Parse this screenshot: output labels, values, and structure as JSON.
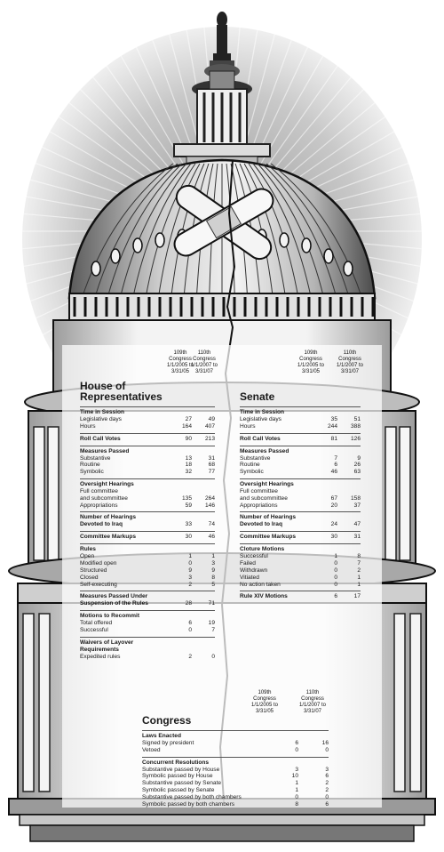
{
  "column_headers": {
    "col1": {
      "line1": "109th",
      "line2": "Congress",
      "line3": "1/1/2005 to",
      "line4": "3/31/05"
    },
    "col2": {
      "line1": "110th",
      "line2": "Congress",
      "line3": "1/1/2007 to",
      "line4": "3/31/07"
    }
  },
  "house": {
    "title_line1": "House of",
    "title_line2": "Representatives",
    "sections": [
      {
        "head": "Time in Session",
        "rows": [
          {
            "label": "Legislative days",
            "v1": "27",
            "v2": "49"
          },
          {
            "label": "Hours",
            "v1": "164",
            "v2": "407"
          }
        ]
      },
      {
        "head": "Roll Call Votes",
        "v1": "90",
        "v2": "213",
        "rows": []
      },
      {
        "head": "Measures Passed",
        "rows": [
          {
            "label": "Substantive",
            "v1": "13",
            "v2": "31"
          },
          {
            "label": "Routine",
            "v1": "18",
            "v2": "68"
          },
          {
            "label": "Symbolic",
            "v1": "32",
            "v2": "77"
          }
        ]
      },
      {
        "head": "Oversight Hearings",
        "rows": [
          {
            "label": "Full committee",
            "v1": "",
            "v2": ""
          },
          {
            "label": "and subcommittee",
            "v1": "135",
            "v2": "264"
          },
          {
            "label": "Appropriations",
            "v1": "59",
            "v2": "146"
          }
        ]
      },
      {
        "head": "Number of Hearings",
        "head2": "Devoted to Iraq",
        "v1": "33",
        "v2": "74",
        "rows": []
      },
      {
        "head": "Committee Markups",
        "v1": "30",
        "v2": "46",
        "rows": []
      },
      {
        "head": "Rules",
        "rows": [
          {
            "label": "Open",
            "v1": "1",
            "v2": "1"
          },
          {
            "label": "Modified open",
            "v1": "0",
            "v2": "3"
          },
          {
            "label": "Structured",
            "v1": "9",
            "v2": "9"
          },
          {
            "label": "Closed",
            "v1": "3",
            "v2": "8"
          },
          {
            "label": "Self-executing",
            "v1": "2",
            "v2": "5"
          }
        ]
      },
      {
        "head": "Measures Passed Under",
        "head2": "Suspension of the Rules",
        "v1": "28",
        "v2": "71",
        "rows": []
      },
      {
        "head": "Motions to Recommit",
        "rows": [
          {
            "label": "Total offered",
            "v1": "6",
            "v2": "19"
          },
          {
            "label": "Successful",
            "v1": "0",
            "v2": "7"
          }
        ]
      },
      {
        "head": "Waivers of Layover",
        "head2": "Requirements",
        "rows": [
          {
            "label": "Expedited rules",
            "v1": "2",
            "v2": "0"
          }
        ]
      }
    ]
  },
  "senate": {
    "title": "Senate",
    "sections": [
      {
        "head": "Time in Session",
        "rows": [
          {
            "label": "Legislative days",
            "v1": "35",
            "v2": "51"
          },
          {
            "label": "Hours",
            "v1": "244",
            "v2": "388"
          }
        ]
      },
      {
        "head": "Roll Call Votes",
        "v1": "81",
        "v2": "126",
        "rows": []
      },
      {
        "head": "Measures Passed",
        "rows": [
          {
            "label": "Substantive",
            "v1": "7",
            "v2": "9"
          },
          {
            "label": "Routine",
            "v1": "6",
            "v2": "26"
          },
          {
            "label": "Symbolic",
            "v1": "46",
            "v2": "63"
          }
        ]
      },
      {
        "head": "Oversight Hearings",
        "rows": [
          {
            "label": "Full committee",
            "v1": "",
            "v2": ""
          },
          {
            "label": "and subcommittee",
            "v1": "67",
            "v2": "158"
          },
          {
            "label": "Appropriations",
            "v1": "20",
            "v2": "37"
          }
        ]
      },
      {
        "head": "Number of Hearings",
        "head2": "Devoted to Iraq",
        "v1": "24",
        "v2": "47",
        "rows": []
      },
      {
        "head": "Committee Markups",
        "v1": "30",
        "v2": "31",
        "rows": []
      },
      {
        "head": "Cloture Motions",
        "rows": [
          {
            "label": "Successful",
            "v1": "1",
            "v2": "8"
          },
          {
            "label": "Failed",
            "v1": "0",
            "v2": "7"
          },
          {
            "label": "Withdrawn",
            "v1": "0",
            "v2": "2"
          },
          {
            "label": "Vitiated",
            "v1": "0",
            "v2": "1"
          },
          {
            "label": "No action taken",
            "v1": "0",
            "v2": "1"
          }
        ]
      },
      {
        "head": "Rule XIV Motions",
        "v1": "6",
        "v2": "17",
        "rows": []
      }
    ]
  },
  "congress": {
    "title": "Congress",
    "sections": [
      {
        "head": "Laws Enacted",
        "rows": [
          {
            "label": "Signed by president",
            "v1": "6",
            "v2": "16"
          },
          {
            "label": "Vetoed",
            "v1": "0",
            "v2": "0"
          }
        ]
      },
      {
        "head": "Concurrent Resolutions",
        "rows": [
          {
            "label": "Substantive passed by House",
            "v1": "3",
            "v2": "3"
          },
          {
            "label": "Symbolic passed by House",
            "v1": "10",
            "v2": "6"
          },
          {
            "label": "Substantive passed by Senate",
            "v1": "1",
            "v2": "2"
          },
          {
            "label": "Symbolic passed by Senate",
            "v1": "1",
            "v2": "2"
          },
          {
            "label": "Substantive passed by both chambers",
            "v1": "0",
            "v2": "0"
          },
          {
            "label": "Symbolic passed by both chambers",
            "v1": "8",
            "v2": "6"
          }
        ]
      }
    ]
  },
  "colors": {
    "ink": "#1a1a1a",
    "shade": "#8a8a8a",
    "light": "#e6e6e6",
    "paper": "#ffffff"
  },
  "icons": {
    "bandage": "crossed-bandage-icon",
    "statue": "statue-icon"
  }
}
